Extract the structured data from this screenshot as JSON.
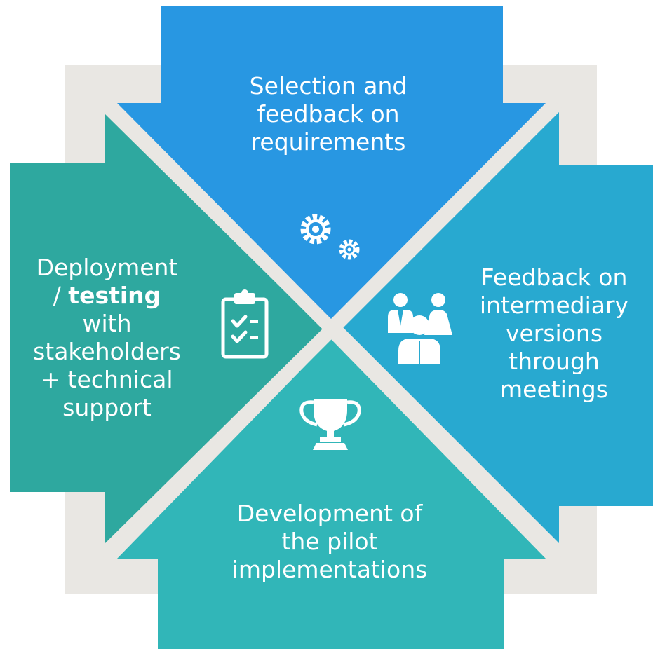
{
  "colors": {
    "background_square": "#e9e7e3",
    "top": "#2897e2",
    "right": "#28a9d0",
    "bottom": "#31b6b8",
    "left": "#2ea89f",
    "separator": "#e9e7e3",
    "icon": "#ffffff"
  },
  "segments": {
    "top": {
      "lines": [
        "Selection and",
        "feedback on",
        "requirements"
      ],
      "icon": "gears-icon"
    },
    "right": {
      "lines": [
        "Feedback on",
        "intermediary",
        "versions",
        "through",
        "meetings"
      ],
      "icon": "people-group-icon"
    },
    "bottom": {
      "lines": [
        "Development of",
        "the pilot",
        "implementations"
      ],
      "icon": "trophy-icon"
    },
    "left": {
      "line1": "Deployment",
      "line2_prefix": "/ ",
      "line2_bold": "testing",
      "line3": "with",
      "line4": "stakeholders",
      "line5": "+ technical",
      "line6": "support",
      "icon": "clipboard-check-icon"
    }
  }
}
